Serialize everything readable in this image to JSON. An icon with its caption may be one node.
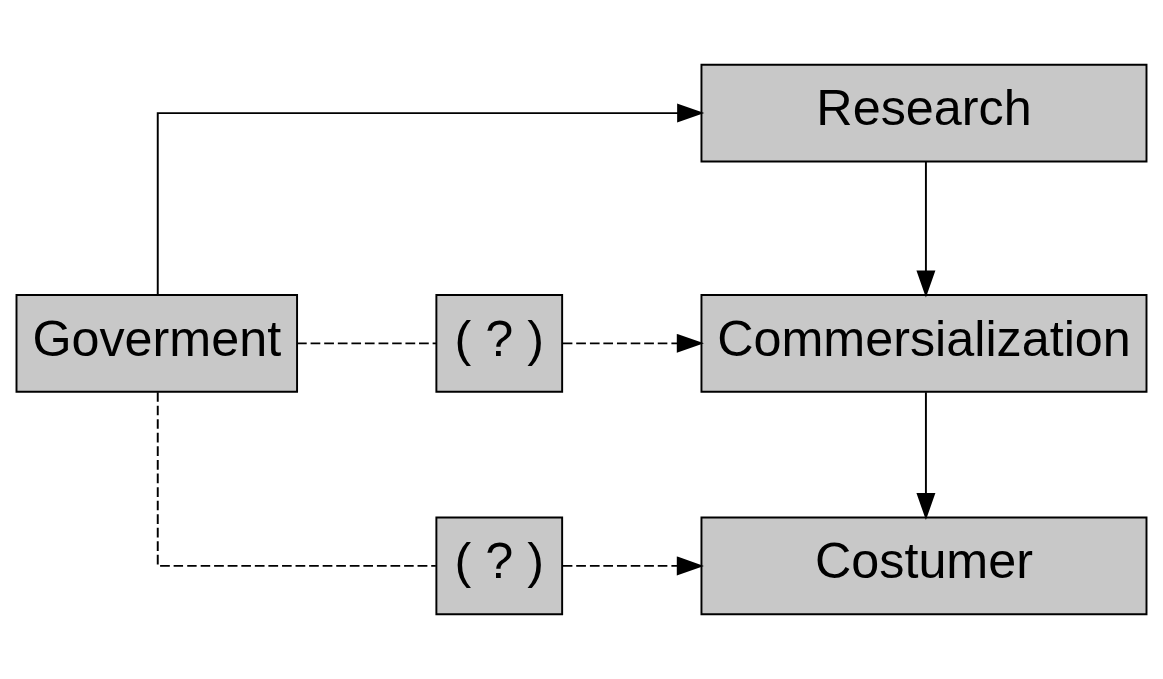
{
  "diagram": {
    "nodes": [
      {
        "text": [
          "Goverment"
        ]
      },
      {
        "text": [
          "Research"
        ]
      },
      {
        "text": [
          "Commersialization"
        ]
      },
      {
        "text": [
          "Costumer"
        ]
      },
      {
        "text": [
          "( ? )"
        ]
      },
      {
        "text": [
          "( ? )"
        ]
      }
    ],
    "edges": [
      {
        "from": 0,
        "to": 1,
        "arrow": "to"
      },
      {
        "from": 1,
        "to": 2,
        "arrow": "to"
      },
      {
        "from": 2,
        "to": 3,
        "arrow": "to"
      },
      {
        "from": 0,
        "to": 4,
        "arrow": "none",
        "style": "dashed"
      },
      {
        "from": 4,
        "to": 2,
        "arrow": "to",
        "style": "dashed"
      },
      {
        "from": 0,
        "to": 5,
        "arrow": "none",
        "style": "dashed"
      },
      {
        "from": 5,
        "to": 3,
        "arrow": "to",
        "style": "dashed"
      }
    ]
  }
}
